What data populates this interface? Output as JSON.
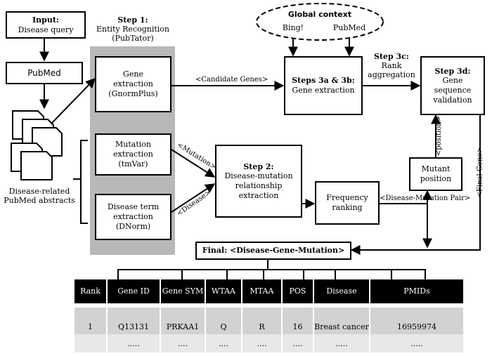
{
  "input": {
    "title": "Input:",
    "sub": "Disease query"
  },
  "pubmed": "PubMed",
  "abstracts": "Disease-related PubMed abstracts",
  "step1": {
    "title": "Step 1:",
    "line1": "Entity Recognition",
    "line2": "(PubTator)"
  },
  "gene_extraction": {
    "line1": "Gene",
    "line2": "extraction",
    "line3": "(GnormPlus)"
  },
  "mutation_extraction": {
    "line1": "Mutation",
    "line2": "extraction",
    "line3": "(tmVar)"
  },
  "disease_extraction": {
    "line1": "Disease term",
    "line2": "extraction",
    "line3": "(DNorm)"
  },
  "global_context": {
    "title": "Global context",
    "bing": "Bing!",
    "pubmed": "PubMed"
  },
  "step3ab": {
    "title": "Steps 3a & 3b:",
    "sub": "Gene extraction"
  },
  "step3c": {
    "title": "Step 3c:",
    "line1": "Rank",
    "line2": "aggregation"
  },
  "step3d": {
    "title": "Step 3d:",
    "line1": "Gene",
    "line2": "sequence",
    "line3": "validation"
  },
  "step2": {
    "title": "Step 2:",
    "line1": "Disease-mutation",
    "line2": "relationship",
    "line3": "extraction"
  },
  "frequency": {
    "line1": "Frequency",
    "line2": "ranking"
  },
  "mutant_position": {
    "line1": "Mutant",
    "line2": "position"
  },
  "edge_labels": {
    "candidate_genes": "<Candidate Genes>",
    "mutation": "<Mutation>",
    "disease": "<Disease>",
    "pair": "<Disease-Mutation Pair>",
    "position": "<position>",
    "final_gene": "<Final Gene>"
  },
  "final": "Final: <Disease-Gene-Mutation>",
  "table": {
    "headers": [
      "Rank",
      "Gene ID",
      "Gene SYM",
      "WTAA",
      "MTAA",
      "POS",
      "Disease",
      "PMIDs"
    ],
    "rows": [
      [
        "1",
        "Q13131",
        "PRKAA1",
        "Q",
        "R",
        "16",
        "Breast cancer",
        "16959974"
      ],
      [
        "",
        ".....",
        "....",
        "....",
        "....",
        "....",
        ".....",
        "....."
      ]
    ]
  }
}
